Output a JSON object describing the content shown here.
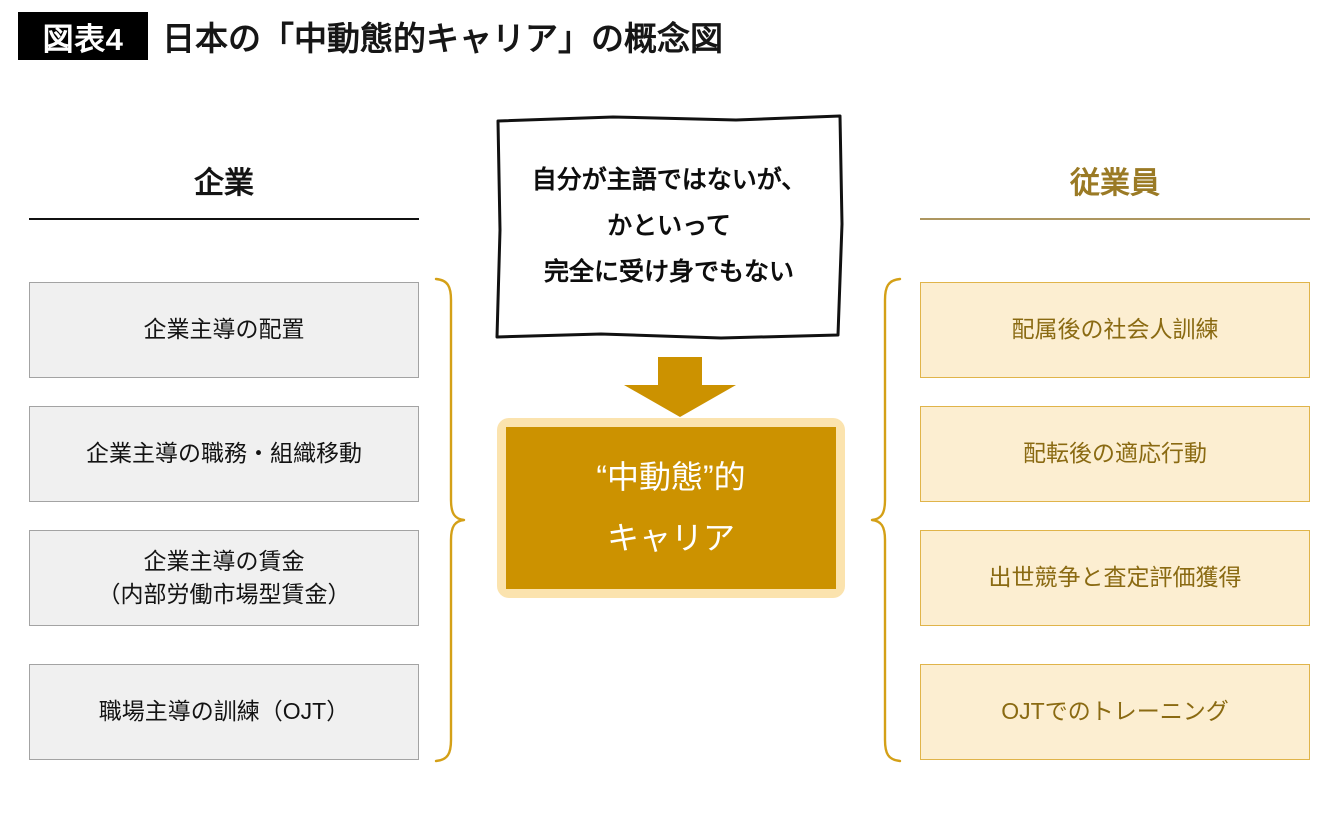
{
  "figure": {
    "badge": "図表4",
    "title": "日本の「中動態的キャリア」の概念図"
  },
  "colors": {
    "badge_bg": "#000000",
    "gold_fill": "#CC9200",
    "gold_frame": "#FBE3AE",
    "cream_fill": "#FCEED1",
    "cream_border": "#E0B44A",
    "gold_text": "#8A6A12",
    "gray_fill": "#F0F0F0",
    "gray_border": "#A3A3A3",
    "brace": "#D4A017",
    "right_rule": "#AD9660",
    "left_rule": "#111111"
  },
  "left_column": {
    "heading": "企業",
    "items": [
      {
        "line1": "企業主導の配置",
        "line2": ""
      },
      {
        "line1": "企業主導の職務・組織移動",
        "line2": ""
      },
      {
        "line1": "企業主導の賃金",
        "line2": "（内部労働市場型賃金）"
      },
      {
        "line1": "職場主導の訓練（OJT）",
        "line2": ""
      }
    ]
  },
  "right_column": {
    "heading": "従業員",
    "items": [
      {
        "line1": "配属後の社会人訓練",
        "line2": ""
      },
      {
        "line1": "配転後の適応行動",
        "line2": ""
      },
      {
        "line1": "出世競争と査定評価獲得",
        "line2": ""
      },
      {
        "line1": "OJTでのトレーニング",
        "line2": ""
      }
    ]
  },
  "center": {
    "callout": {
      "line1": "自分が主語ではないが、",
      "line2": "かといって",
      "line3": "完全に受け身でもない"
    },
    "arrow": "down-arrow",
    "core_box": {
      "line1": "“中動態”的",
      "line2": "キャリア"
    }
  },
  "connectors": {
    "left_brace": "right-pointing-curly-brace",
    "right_brace": "left-pointing-curly-brace"
  }
}
